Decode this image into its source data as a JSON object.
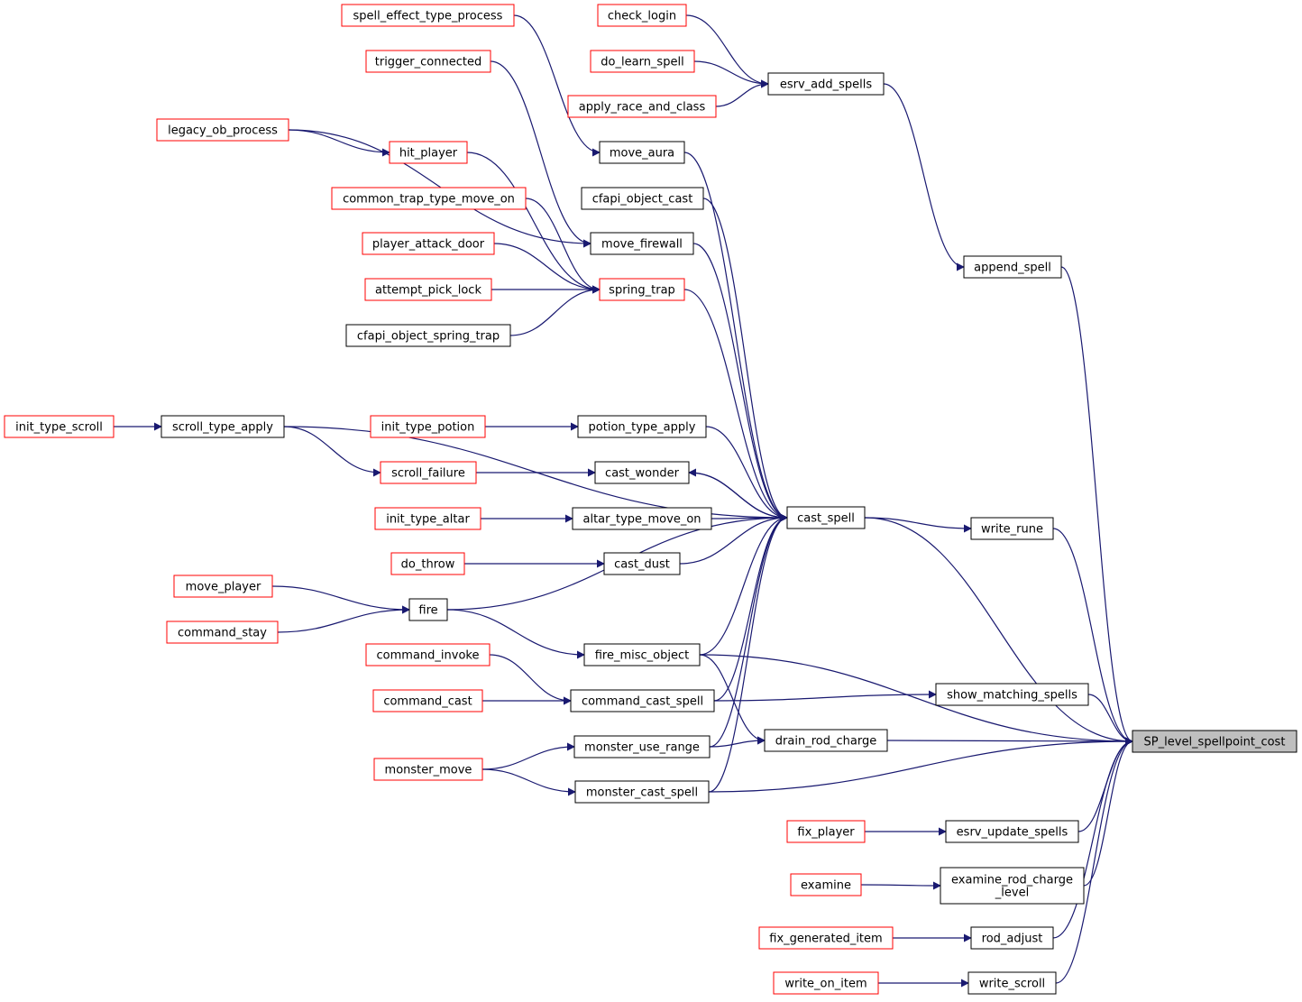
{
  "diagram": {
    "title": "",
    "colors": {
      "edge": "#191970",
      "node_border_documented": "#000000",
      "node_border_undocumented": "#ff0000",
      "node_fill": "#ffffff",
      "node_fill_focus": "#bfbfbf",
      "text": "#000000"
    },
    "nodes": [
      {
        "id": "target",
        "label": "SP_level_spellpoint_cost",
        "style": "focus"
      },
      {
        "id": "esrv_add_spells",
        "label": "esrv_add_spells",
        "style": "black"
      },
      {
        "id": "check_login",
        "label": "check_login",
        "style": "red"
      },
      {
        "id": "do_learn_spell",
        "label": "do_learn_spell",
        "style": "red"
      },
      {
        "id": "apply_race_and_class",
        "label": "apply_race_and_class",
        "style": "red"
      },
      {
        "id": "append_spell",
        "label": "append_spell",
        "style": "black"
      },
      {
        "id": "cast_spell",
        "label": "cast_spell",
        "style": "black"
      },
      {
        "id": "spell_effect_type_process",
        "label": "spell_effect_type_process",
        "style": "red"
      },
      {
        "id": "trigger_connected",
        "label": "trigger_connected",
        "style": "red"
      },
      {
        "id": "legacy_ob_process",
        "label": "legacy_ob_process",
        "style": "red"
      },
      {
        "id": "hit_player",
        "label": "hit_player",
        "style": "red"
      },
      {
        "id": "common_trap_type_move_on",
        "label": "common_trap_type_move_on",
        "style": "red"
      },
      {
        "id": "player_attack_door",
        "label": "player_attack_door",
        "style": "red"
      },
      {
        "id": "attempt_pick_lock",
        "label": "attempt_pick_lock",
        "style": "red"
      },
      {
        "id": "cfapi_object_spring_trap",
        "label": "cfapi_object_spring_trap",
        "style": "black"
      },
      {
        "id": "move_aura",
        "label": "move_aura",
        "style": "black"
      },
      {
        "id": "cfapi_object_cast",
        "label": "cfapi_object_cast",
        "style": "black"
      },
      {
        "id": "move_firewall",
        "label": "move_firewall",
        "style": "black"
      },
      {
        "id": "spring_trap",
        "label": "spring_trap",
        "style": "red"
      },
      {
        "id": "init_type_scroll",
        "label": "init_type_scroll",
        "style": "red"
      },
      {
        "id": "scroll_type_apply",
        "label": "scroll_type_apply",
        "style": "black"
      },
      {
        "id": "init_type_potion",
        "label": "init_type_potion",
        "style": "red"
      },
      {
        "id": "potion_type_apply",
        "label": "potion_type_apply",
        "style": "black"
      },
      {
        "id": "scroll_failure",
        "label": "scroll_failure",
        "style": "red"
      },
      {
        "id": "cast_wonder",
        "label": "cast_wonder",
        "style": "black"
      },
      {
        "id": "init_type_altar",
        "label": "init_type_altar",
        "style": "red"
      },
      {
        "id": "altar_type_move_on",
        "label": "altar_type_move_on",
        "style": "black"
      },
      {
        "id": "do_throw",
        "label": "do_throw",
        "style": "red"
      },
      {
        "id": "cast_dust",
        "label": "cast_dust",
        "style": "black"
      },
      {
        "id": "move_player",
        "label": "move_player",
        "style": "red"
      },
      {
        "id": "command_stay",
        "label": "command_stay",
        "style": "red"
      },
      {
        "id": "fire",
        "label": "fire",
        "style": "black"
      },
      {
        "id": "fire_misc_object",
        "label": "fire_misc_object",
        "style": "black"
      },
      {
        "id": "command_invoke",
        "label": "command_invoke",
        "style": "red"
      },
      {
        "id": "command_cast",
        "label": "command_cast",
        "style": "red"
      },
      {
        "id": "command_cast_spell",
        "label": "command_cast_spell",
        "style": "black"
      },
      {
        "id": "monster_move",
        "label": "monster_move",
        "style": "red"
      },
      {
        "id": "monster_use_range",
        "label": "monster_use_range",
        "style": "black"
      },
      {
        "id": "monster_cast_spell",
        "label": "monster_cast_spell",
        "style": "black"
      },
      {
        "id": "drain_rod_charge",
        "label": "drain_rod_charge",
        "style": "black"
      },
      {
        "id": "write_rune",
        "label": "write_rune",
        "style": "black"
      },
      {
        "id": "show_matching_spells",
        "label": "show_matching_spells",
        "style": "black"
      },
      {
        "id": "fix_player",
        "label": "fix_player",
        "style": "red"
      },
      {
        "id": "esrv_update_spells",
        "label": "esrv_update_spells",
        "style": "black"
      },
      {
        "id": "examine",
        "label": "examine",
        "style": "red"
      },
      {
        "id": "examine_rod_charge_level",
        "label": "examine_rod_charge\n_level",
        "style": "black"
      },
      {
        "id": "fix_generated_item",
        "label": "fix_generated_item",
        "style": "red"
      },
      {
        "id": "rod_adjust",
        "label": "rod_adjust",
        "style": "black"
      },
      {
        "id": "write_on_item",
        "label": "write_on_item",
        "style": "red"
      },
      {
        "id": "write_scroll",
        "label": "write_scroll",
        "style": "black"
      }
    ],
    "edges": [
      {
        "from": "check_login",
        "to": "esrv_add_spells"
      },
      {
        "from": "do_learn_spell",
        "to": "esrv_add_spells"
      },
      {
        "from": "apply_race_and_class",
        "to": "esrv_add_spells"
      },
      {
        "from": "esrv_add_spells",
        "to": "append_spell"
      },
      {
        "from": "append_spell",
        "to": "target"
      },
      {
        "from": "spell_effect_type_process",
        "to": "move_aura"
      },
      {
        "from": "trigger_connected",
        "to": "move_firewall"
      },
      {
        "from": "legacy_ob_process",
        "to": "hit_player"
      },
      {
        "from": "legacy_ob_process",
        "to": "move_firewall"
      },
      {
        "from": "hit_player",
        "to": "spring_trap"
      },
      {
        "from": "common_trap_type_move_on",
        "to": "spring_trap"
      },
      {
        "from": "player_attack_door",
        "to": "spring_trap"
      },
      {
        "from": "attempt_pick_lock",
        "to": "spring_trap"
      },
      {
        "from": "cfapi_object_spring_trap",
        "to": "spring_trap"
      },
      {
        "from": "move_aura",
        "to": "cast_spell"
      },
      {
        "from": "cfapi_object_cast",
        "to": "cast_spell"
      },
      {
        "from": "move_firewall",
        "to": "cast_spell"
      },
      {
        "from": "spring_trap",
        "to": "cast_spell"
      },
      {
        "from": "init_type_scroll",
        "to": "scroll_type_apply"
      },
      {
        "from": "scroll_type_apply",
        "to": "cast_spell"
      },
      {
        "from": "scroll_type_apply",
        "to": "scroll_failure"
      },
      {
        "from": "init_type_potion",
        "to": "potion_type_apply"
      },
      {
        "from": "potion_type_apply",
        "to": "cast_spell"
      },
      {
        "from": "scroll_failure",
        "to": "cast_wonder"
      },
      {
        "from": "cast_wonder",
        "to": "cast_spell"
      },
      {
        "from": "cast_spell",
        "to": "cast_wonder"
      },
      {
        "from": "init_type_altar",
        "to": "altar_type_move_on"
      },
      {
        "from": "altar_type_move_on",
        "to": "cast_spell"
      },
      {
        "from": "do_throw",
        "to": "cast_dust"
      },
      {
        "from": "cast_dust",
        "to": "cast_spell"
      },
      {
        "from": "move_player",
        "to": "fire"
      },
      {
        "from": "command_stay",
        "to": "fire"
      },
      {
        "from": "fire",
        "to": "cast_spell"
      },
      {
        "from": "fire",
        "to": "fire_misc_object"
      },
      {
        "from": "fire_misc_object",
        "to": "cast_spell"
      },
      {
        "from": "fire_misc_object",
        "to": "drain_rod_charge"
      },
      {
        "from": "fire_misc_object",
        "to": "target"
      },
      {
        "from": "command_invoke",
        "to": "command_cast_spell"
      },
      {
        "from": "command_cast",
        "to": "command_cast_spell"
      },
      {
        "from": "command_cast_spell",
        "to": "cast_spell"
      },
      {
        "from": "command_cast_spell",
        "to": "show_matching_spells"
      },
      {
        "from": "monster_move",
        "to": "monster_use_range"
      },
      {
        "from": "monster_move",
        "to": "monster_cast_spell"
      },
      {
        "from": "monster_use_range",
        "to": "cast_spell"
      },
      {
        "from": "monster_use_range",
        "to": "drain_rod_charge"
      },
      {
        "from": "monster_cast_spell",
        "to": "cast_spell"
      },
      {
        "from": "monster_cast_spell",
        "to": "target"
      },
      {
        "from": "drain_rod_charge",
        "to": "target"
      },
      {
        "from": "cast_spell",
        "to": "write_rune"
      },
      {
        "from": "cast_spell",
        "to": "target"
      },
      {
        "from": "write_rune",
        "to": "target"
      },
      {
        "from": "show_matching_spells",
        "to": "target"
      },
      {
        "from": "fix_player",
        "to": "esrv_update_spells"
      },
      {
        "from": "esrv_update_spells",
        "to": "target"
      },
      {
        "from": "examine",
        "to": "examine_rod_charge_level"
      },
      {
        "from": "examine_rod_charge_level",
        "to": "target"
      },
      {
        "from": "fix_generated_item",
        "to": "rod_adjust"
      },
      {
        "from": "rod_adjust",
        "to": "target"
      },
      {
        "from": "write_on_item",
        "to": "write_scroll"
      },
      {
        "from": "write_scroll",
        "to": "target"
      }
    ]
  }
}
